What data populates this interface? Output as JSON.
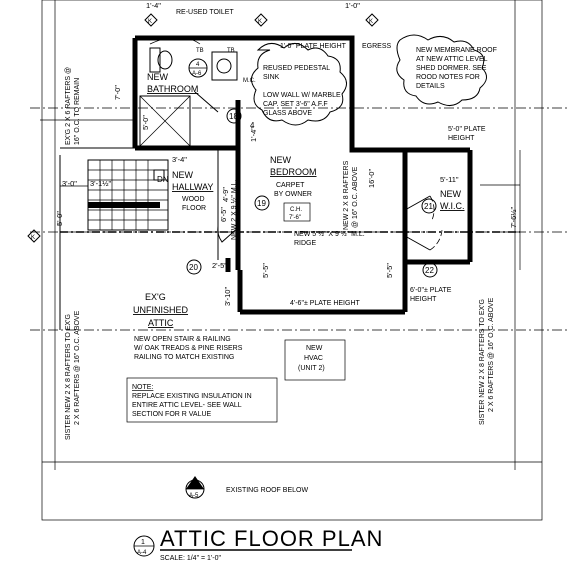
{
  "title": "ATTIC FLOOR PLAN",
  "scale": "SCALE: 1/4\" = 1'-0\"",
  "title_ref": {
    "num": "1",
    "sheet": "A-4"
  },
  "section_ref": {
    "num": "1",
    "sheet": "A-5"
  },
  "existing_roof": "EXISTING ROOF BELOW",
  "notes": {
    "reused_toilet": "RE-USED TOILET",
    "plate_1": "1'-0\" PLATE HEIGHT",
    "egress": "EGRESS",
    "membrane_1": "NEW MEMBRANE ROOF",
    "membrane_2": "AT NEW ATTIC LEVEL",
    "membrane_3": "SHED DORMER. SEE",
    "membrane_4": "ROOD NOTES FOR",
    "membrane_5": "DETAILS",
    "pedestal_1": "REUSED PEDESTAL",
    "pedestal_2": "SINK",
    "lowwall_1": "LOW WALL W/ MARBLE",
    "lowwall_2": "CAP. SET 3'-6\" A.F.F",
    "lowwall_3": "GLASS ABOVE",
    "plate_5": "5'-0\" PLATE",
    "plate_5b": "HEIGHT",
    "carpet_1": "CARPET",
    "carpet_2": "BY OWNER",
    "wood_1": "WOOD",
    "wood_2": "FLOOR",
    "ch_1": "C.H.",
    "ch_2": "7'-6\"",
    "ridge_1": "NEW 5 ½\" X 9 ½\" M.L.",
    "ridge_2": "RIDGE",
    "plate_6": "6'-0\"± PLATE",
    "plate_6b": "HEIGHT",
    "plate_4": "4'-6\"± PLATE HEIGHT",
    "stair_1": "NEW OPEN STAIR & RAILING",
    "stair_2": "W/ OAK TREADS & PINE RISERS",
    "stair_3": "RAILING TO MATCH EXISTING",
    "hvac_1": "NEW",
    "hvac_2": "HVAC",
    "hvac_3": "(UNIT 2)",
    "note_head": "NOTE:",
    "note_1": "REPLACE EXISTING INSULATION IN",
    "note_2": "ENTIRE ATTIC LEVEL- SEE WALL",
    "note_3": "SECTION FOR R VALUE",
    "rafter_left_top_1": "EX'G 2 X 6 RAFTERS @",
    "rafter_left_top_2": "16\" O.C. TO REMAIN",
    "rafter_left_bot_1": "SISTER NEW 2 X 8 RAFTERS TO EX'G",
    "rafter_left_bot_2": "2 X 6 RAFTERS @ 16\" O.C. ABOVE",
    "rafter_bed_1": "NEW 2 X 8 RAFTERS",
    "rafter_bed_2": "@ 16\" O.C. ABOVE",
    "rafter_hall": "NEW 2 X 9 ½\" M.L.",
    "rafter_right_1": "SISTER NEW 2 X 8 RAFTERS TO EX'G",
    "rafter_right_2": "2 X 6 RAFTERS @ 16\" O.C. ABOVE",
    "tb1": "TB",
    "tb2": "TB",
    "mc": "M.C."
  },
  "rooms": {
    "bath_1": "NEW",
    "bath_2": "BATHROOM",
    "hall_1": "NEW",
    "hall_2": "HALLWAY",
    "bed_1": "NEW",
    "bed_2": "BEDROOM",
    "wic_1": "NEW",
    "wic_2": "W.I.C.",
    "attic_1": "EX'G",
    "attic_2": "UNFINISHED",
    "attic_3": "ATTIC"
  },
  "dims": {
    "d_1_4": "1'-4\"",
    "d_7_0": "7'-0\"",
    "d_5_0": "5'-0\"",
    "d_3_4": "3'-4\"",
    "d_3_0": "3'-0\"",
    "d_3_10": "3'-1½\"",
    "d_4_9": "4'-9\"",
    "d_1_4b": "1'-4\"",
    "d_6_5": "6'-5\"",
    "d_16_0": "16'-0\"",
    "d_5_11": "5'-11\"",
    "d_7_6": "7'-6½\"",
    "d_2_5": "2'-5\"",
    "d_3_10b": "3'-10\"",
    "d_5_5": "5'-5\"",
    "d_5_5b": "5'-5\"",
    "d_5_0b": "5'-0\"",
    "d_1_0": "1'-0\""
  },
  "tags": {
    "t4": "4",
    "t18": "18",
    "t19": "19",
    "t20": "20",
    "t21": "21",
    "t22": "22",
    "dn": "DN",
    "door_4": "4",
    "door_6": "A-6",
    "k1": "K",
    "k2": "K",
    "k3": "K",
    "k4": "K"
  }
}
